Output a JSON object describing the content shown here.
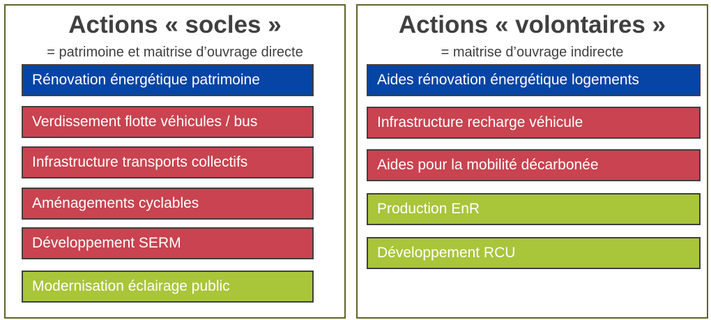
{
  "colors": {
    "blue": "#0645a5",
    "red": "#c94350",
    "green": "#a9c53a",
    "border": "#5f6424"
  },
  "left": {
    "title": "Actions « socles »",
    "subtitle": "= patrimoine et maitrise d’ouvrage directe",
    "items": [
      {
        "label": "Rénovation énergétique patrimoine",
        "color": "blue"
      },
      {
        "label": "Verdissement flotte véhicules / bus",
        "color": "red"
      },
      {
        "label": "Infrastructure transports collectifs",
        "color": "red"
      },
      {
        "label": "Aménagements cyclables",
        "color": "red"
      },
      {
        "label": "Développement SERM",
        "color": "red"
      },
      {
        "label": "Modernisation éclairage public",
        "color": "green"
      }
    ]
  },
  "right": {
    "title": "Actions « volontaires »",
    "subtitle": "= maitrise d’ouvrage indirecte",
    "items": [
      {
        "label": "Aides rénovation énergétique logements",
        "color": "blue"
      },
      {
        "label": "Infrastructure recharge véhicule",
        "color": "red"
      },
      {
        "label": "Aides pour la mobilité décarbonée",
        "color": "red"
      },
      {
        "label": "Production EnR",
        "color": "green"
      },
      {
        "label": "Développement RCU",
        "color": "green"
      }
    ]
  }
}
